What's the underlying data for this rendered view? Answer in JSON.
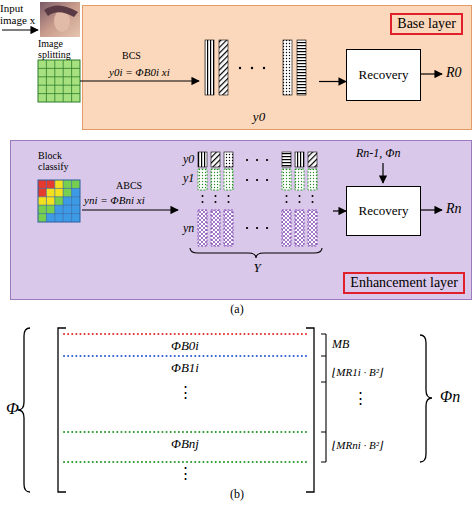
{
  "diagram": {
    "nodes": [
      {
        "text": [
          "Base layer"
        ]
      },
      {
        "text": [
          "xi"
        ]
      },
      {
        "text": [
          "y0"
        ],
        "in": 0
      },
      {
        "text": [
          "Recovery"
        ],
        "in": 0
      },
      {
        "text": [
          "Enhancement layer"
        ]
      },
      {
        "text": [
          "Y"
        ],
        "in": 4
      },
      {
        "text": [
          "Recovery"
        ],
        "in": 4
      }
    ],
    "edges": [
      {
        "from": 1,
        "to": 2,
        "arrow": "to",
        "label": "y0i = ΦB0i xi"
      },
      {
        "from": 2,
        "to": 3,
        "arrow": "to"
      },
      {
        "from": 5,
        "to": 6,
        "arrow": "to"
      }
    ],
    "labels": [
      "Input image x",
      "Image splitting",
      "BCS",
      "R0",
      "Block classify",
      "ABCS",
      "yni = ΦBni xi",
      "y0",
      "y1",
      "yn",
      "Rn-1, Φn",
      "Rn",
      "(a)",
      "Φ",
      "ΦB0i",
      "ΦB1i",
      "⋮",
      "ΦBnj",
      "⋮",
      "MB",
      "⌊MR1i · B²⌋",
      "⋮",
      "⌊MRni · B²⌋",
      "Φn",
      "(b)"
    ]
  }
}
